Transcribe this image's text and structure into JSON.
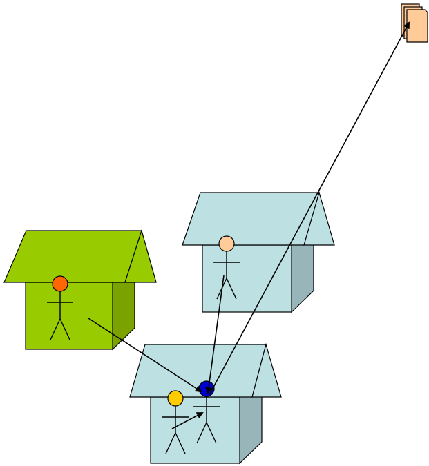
{
  "colors": {
    "green_house_front": "#99cc00",
    "green_house_side": "#7aa300",
    "green_house_roof": "#99cc00",
    "blue_house_front": "#bde0e3",
    "blue_house_side": "#98b6ba",
    "blue_house_roof": "#bde0e3",
    "person_orange_head": "#ff6600",
    "person_peach_head": "#ffcc99",
    "person_yellow_head": "#ffcc00",
    "person_blue_head": "#0000cc",
    "document_fill": "#ffcc99"
  },
  "diagram": {
    "houses": [
      {
        "id": "house-green-left",
        "color": "green"
      },
      {
        "id": "house-blue-top",
        "color": "blue"
      },
      {
        "id": "house-blue-bottom",
        "color": "blue"
      }
    ],
    "people": [
      {
        "id": "person-orange",
        "head": "orange"
      },
      {
        "id": "person-peach",
        "head": "peach"
      },
      {
        "id": "person-yellow",
        "head": "yellow"
      },
      {
        "id": "person-blue",
        "head": "blue"
      }
    ],
    "documents": [
      {
        "id": "document-stack",
        "icon": "document-stack-icon"
      }
    ],
    "connectors": [
      {
        "from": "person-orange",
        "to": "person-blue"
      },
      {
        "from": "person-peach",
        "to": "person-blue"
      },
      {
        "from": "person-yellow",
        "to": "person-blue"
      },
      {
        "from": "person-blue",
        "to": "document-stack"
      }
    ]
  }
}
